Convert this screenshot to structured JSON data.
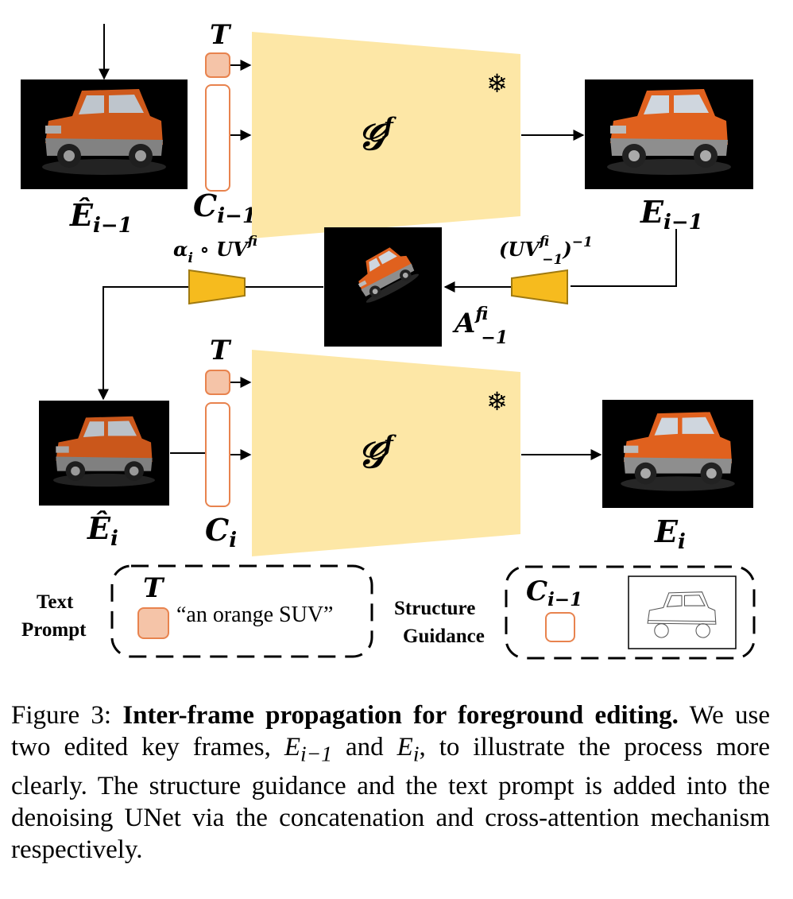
{
  "labels": {
    "text_token_top": "T",
    "text_token_mid": "T",
    "text_token_legend": "T",
    "cond_top": "C",
    "cond_top_sub": "i−1",
    "cond_bottom": "C",
    "cond_bottom_sub": "i",
    "cond_legend": "C",
    "cond_legend_sub": "i−1",
    "gen_top": "𝒢",
    "gen_top_sup": "f",
    "gen_bottom": "𝒢",
    "gen_bottom_sup": "f",
    "snowflake": "❄",
    "ehat_prev": "Ê",
    "ehat_prev_sub": "i−1",
    "e_prev": "E",
    "e_prev_sub": "i−1",
    "ehat_cur": "Ê",
    "ehat_cur_sub": "i",
    "e_cur": "E",
    "e_cur_sub": "i",
    "atlas": "A",
    "atlas_sup": "f",
    "atlas_sub": "i−1",
    "uv_forward": "α",
    "uv_forward_sub": "i",
    "uv_forward_op": " ∘ UV",
    "uv_forward_sup": "f",
    "uv_forward_sub2": "i",
    "uv_inverse": "(UV",
    "uv_inverse_sup": "f",
    "uv_inverse_sub": "i−1",
    "uv_inverse_close": ")",
    "uv_inverse_pow": "−1"
  },
  "legend": {
    "text_prompt_line1": "Text",
    "text_prompt_line2": "Prompt",
    "prompt_value": "“an orange SUV”",
    "structure_line1": "Structure",
    "structure_line2": "Guidance"
  },
  "caption": {
    "prefix": "Figure 3: ",
    "title": "Inter-frame propagation for foreground editing.",
    "body_a": " We use two edited key frames, ",
    "m1": "E",
    "m1_sub": "i−1",
    "body_b": " and ",
    "m2": "E",
    "m2_sub": "i",
    "body_c": ", to illustrate the process more clearly. The structure guidance and the text prompt is added into the denoising UNet via the concatenation and cross-attention mechanism respectively."
  },
  "colors": {
    "unet_fill": "#fde7a6",
    "warp_fill": "#f6bb1e",
    "warp_stroke": "#a07a10",
    "token_fill": "#f5c4a8",
    "token_stroke": "#e8834e",
    "car_orange": "#e0611e",
    "car_grey": "#8e8e8e"
  }
}
